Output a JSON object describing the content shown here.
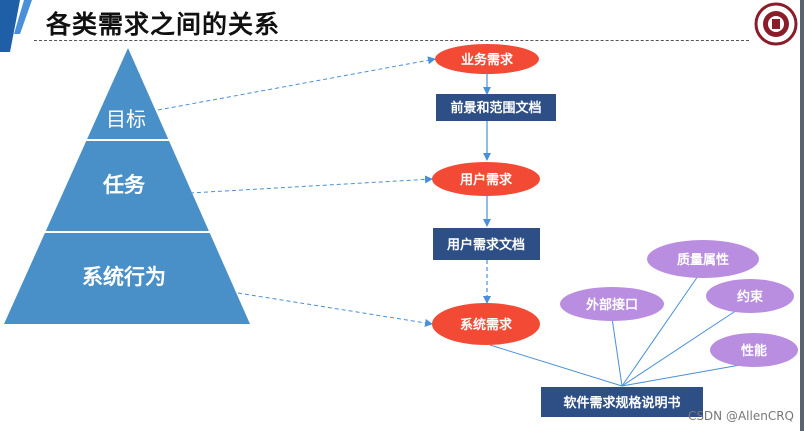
{
  "title": "各类需求之间的关系",
  "pyramid": {
    "levels": [
      {
        "label": "目标"
      },
      {
        "label": "任务"
      },
      {
        "label": "系统行为"
      }
    ],
    "color": "#4a90c8"
  },
  "flow": {
    "business_req": "业务需求",
    "scope_doc": "前景和范围文档",
    "user_req": "用户需求",
    "user_req_doc": "用户需求文档",
    "system_req": "系统需求",
    "srs": "软件需求规格说明书"
  },
  "attributes": {
    "interface": "外部接口",
    "quality": "质量属性",
    "constraint": "约束",
    "performance": "性能"
  },
  "watermark": "CSDN @AllenCRQ",
  "colors": {
    "accent": "#1f5fa8",
    "oval_red": "#f24a35",
    "box_navy": "#2e4f86",
    "oval_purple": "#b98ee0",
    "arrow": "#4a90d9"
  }
}
